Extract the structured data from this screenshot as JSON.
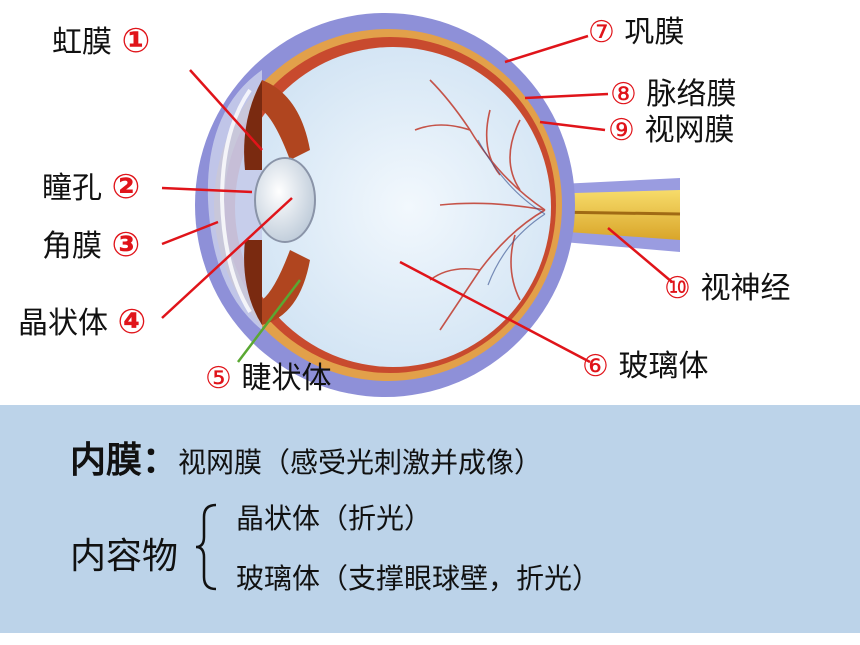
{
  "diagram": {
    "labels": {
      "iris": "虹膜",
      "pupil": "瞳孔",
      "cornea": "角膜",
      "lens": "晶状体",
      "ciliary_body": "睫状体",
      "vitreous": "玻璃体",
      "sclera": "巩膜",
      "choroid": "脉络膜",
      "retina": "视网膜",
      "optic_nerve": "视神经"
    },
    "markers": {
      "n1": "①",
      "n2": "②",
      "n3": "③",
      "n4": "④",
      "n5": "⑤",
      "n6": "⑥",
      "n7": "⑦",
      "n8": "⑧",
      "n9": "⑨",
      "n10": "⑩"
    },
    "colors": {
      "leader_line": "#e0141a",
      "ciliary_line": "#5aa832",
      "sclera": "#8e90d8",
      "choroid": "#e2a04a",
      "vitreous": "#dcecf8",
      "panel_bg": "#bcd3e9"
    }
  },
  "notes": {
    "inner_membrane_title": "内膜：",
    "inner_membrane_text": "视网膜（感受光刺激并成像）",
    "contents_title": "内容物",
    "contents_items": [
      "晶状体（折光）",
      "玻璃体（支撑眼球壁，折光）"
    ]
  }
}
